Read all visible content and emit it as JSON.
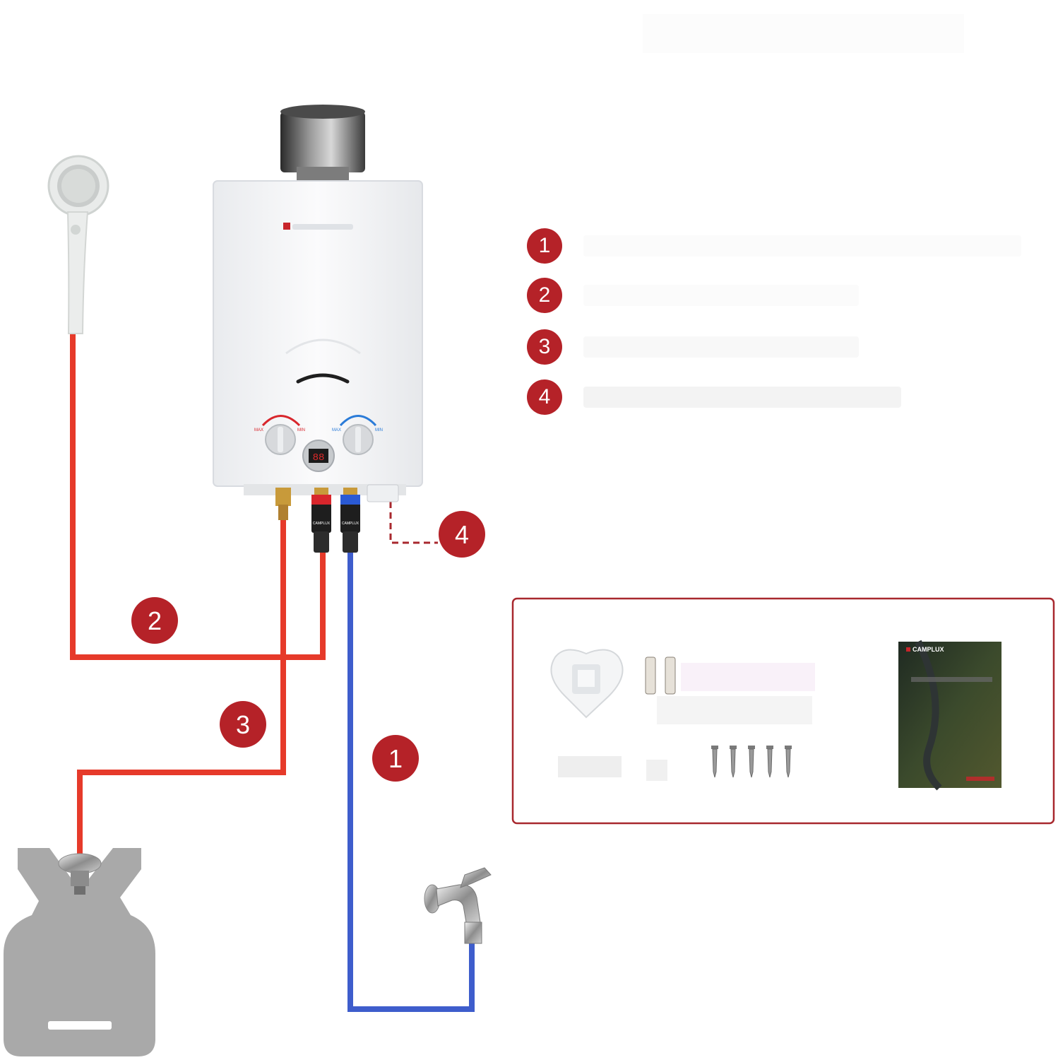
{
  "colors": {
    "hot_line": "#e63a2a",
    "cold_line": "#3e5dcc",
    "badge": "#b52228",
    "box_border": "#a8282e",
    "heater_body": "#f5f6f8",
    "gas_tank": "#a9a9a9"
  },
  "badges": {
    "water_inlet": "1",
    "shower_outlet": "2",
    "gas_inlet": "3",
    "drain": "4"
  },
  "legend": [
    {
      "number": "1"
    },
    {
      "number": "2"
    },
    {
      "number": "3"
    },
    {
      "number": "4"
    }
  ],
  "heater": {
    "display": "88",
    "left_knob_max": "MAX",
    "left_knob_min": "MIN",
    "right_knob_max": "MAX",
    "right_knob_min": "MIN",
    "fitting_brand": "CAMPLUX"
  },
  "accessories": {
    "manual_brand": "CAMPLUX",
    "screw_count": 5
  },
  "icons": [
    "shower-head-icon",
    "water-heater-icon",
    "gas-tank-icon",
    "faucet-icon",
    "regulator-icon",
    "shower-holder-icon",
    "manual-icon",
    "screw-icon"
  ]
}
